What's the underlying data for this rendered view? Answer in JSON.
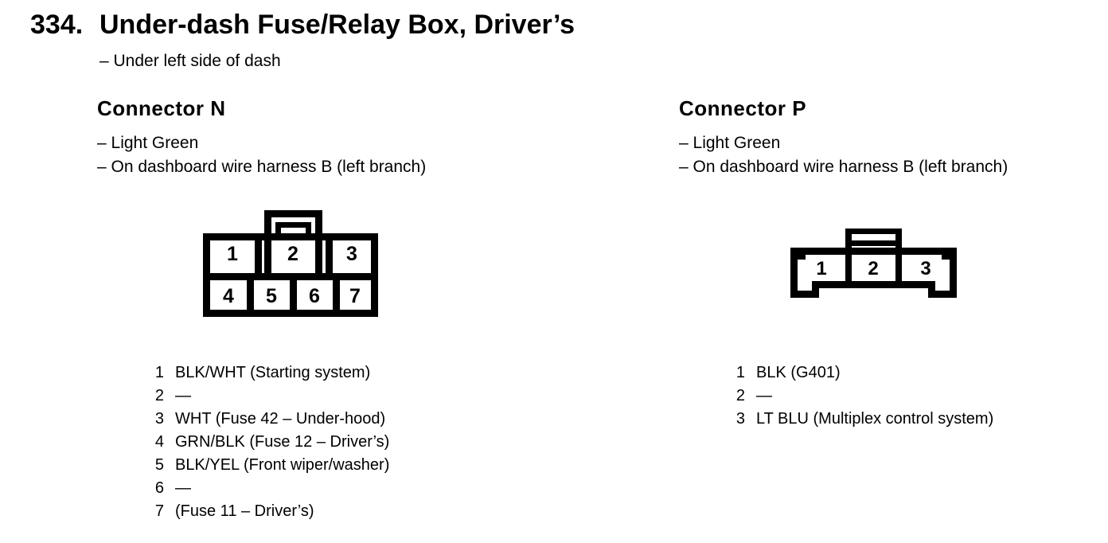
{
  "page": {
    "title_number": "334.",
    "title": "Under-dash Fuse/Relay Box, Driver’s",
    "location_note": "– Under left side of dash",
    "ink_color": "#000000",
    "paper_color": "#ffffff"
  },
  "connectors": [
    {
      "id": "N",
      "heading": "Connector N",
      "color_note": "– Light Green",
      "harness_note": "– On dashboard wire harness B (left branch)",
      "cavity_layout": {
        "rows": [
          [
            "1",
            "2",
            "3"
          ],
          [
            "4",
            "5",
            "6",
            "7"
          ]
        ]
      },
      "cells": [
        "1",
        "2",
        "3",
        "4",
        "5",
        "6",
        "7"
      ],
      "pins": [
        {
          "pin": "1",
          "desc": "BLK/WHT (Starting system)"
        },
        {
          "pin": "2",
          "desc": "—"
        },
        {
          "pin": "3",
          "desc": "WHT (Fuse 42 – Under-hood)"
        },
        {
          "pin": "4",
          "desc": "GRN/BLK (Fuse 12 – Driver’s)"
        },
        {
          "pin": "5",
          "desc": "BLK/YEL (Front wiper/washer)"
        },
        {
          "pin": "6",
          "desc": "—"
        },
        {
          "pin": "7",
          "desc": "(Fuse 11 – Driver’s)"
        }
      ]
    },
    {
      "id": "P",
      "heading": "Connector P",
      "color_note": "– Light Green",
      "harness_note": "– On dashboard wire harness B (left branch)",
      "cavity_layout": {
        "rows": [
          [
            "1",
            "2",
            "3"
          ]
        ]
      },
      "cells": [
        "1",
        "2",
        "3"
      ],
      "pins": [
        {
          "pin": "1",
          "desc": "BLK (G401)"
        },
        {
          "pin": "2",
          "desc": "—"
        },
        {
          "pin": "3",
          "desc": "LT BLU (Multiplex control system)"
        }
      ]
    }
  ]
}
